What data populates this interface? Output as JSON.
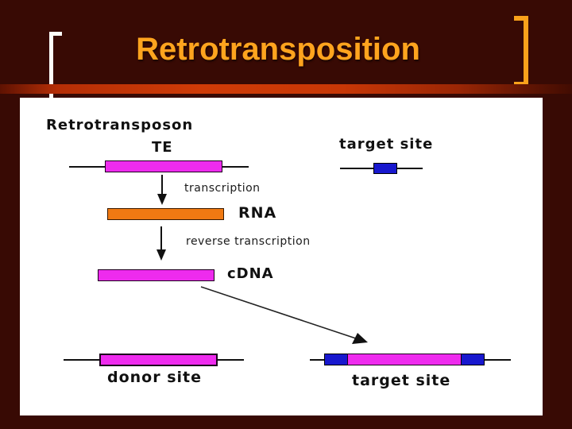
{
  "slide": {
    "title": "Retrotransposition",
    "colors": {
      "background": "#380a04",
      "title_text": "#ffa41e",
      "accent_line": "#cf3b07",
      "bracket_left": "#fdfdf8",
      "bracket_right": "#f9a21b",
      "panel": "#ffffff",
      "te_element": "#ee2bee",
      "rna_element": "#f07912",
      "target_element": "#1818ce"
    }
  },
  "diagram": {
    "heading": "Retrotransposon",
    "te_label": "TE",
    "target_site_top_label": "target site",
    "step1_label": "transcription",
    "rna_label": "RNA",
    "step2_label": "reverse transcription",
    "cdna_label": "cDNA",
    "donor_site_label": "donor site",
    "target_site_bottom_label": "target site"
  }
}
